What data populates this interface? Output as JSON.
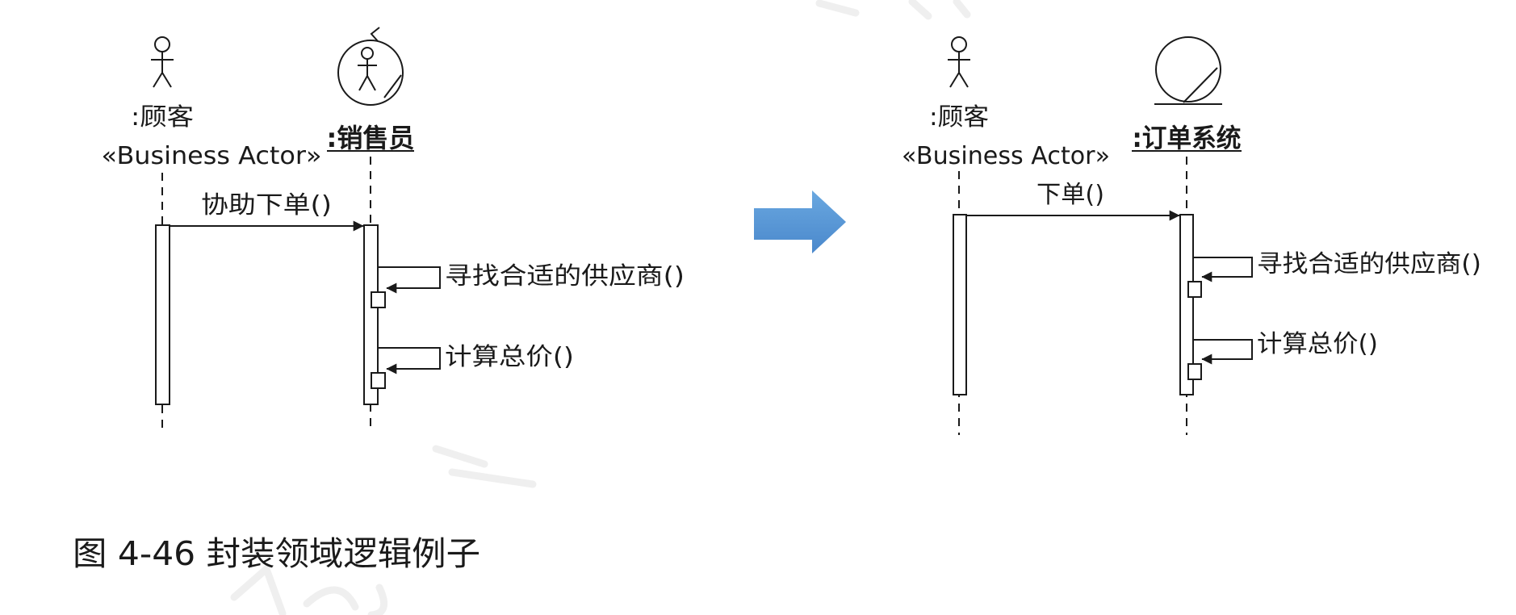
{
  "left_diagram": {
    "actor": {
      "name": ":顾客",
      "stereotype": "«Business Actor»",
      "icon": "actor-icon"
    },
    "worker": {
      "name": ":销售员",
      "icon": "business-worker-icon"
    },
    "message": "协助下单()",
    "self_messages": [
      "寻找合适的供应商()",
      "计算总价()"
    ]
  },
  "transition_arrow": {
    "icon": "right-arrow-icon",
    "color": "#5b9bd5"
  },
  "right_diagram": {
    "actor": {
      "name": ":顾客",
      "stereotype": "«Business Actor»",
      "icon": "actor-icon"
    },
    "entity": {
      "name": ":订单系统",
      "icon": "business-entity-icon"
    },
    "message": "下单()",
    "self_messages": [
      "寻找合适的供应商()",
      "计算总价()"
    ]
  },
  "caption": "图 4-46 封装领域逻辑例子"
}
